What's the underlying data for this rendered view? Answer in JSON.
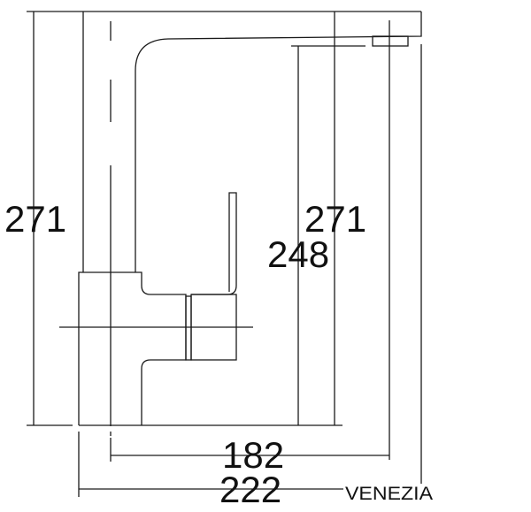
{
  "drawing": {
    "model_name": "VENEZIA",
    "dimensions": {
      "overall_height_left": "271",
      "overall_height_right": "271",
      "spout_outlet_height": "248",
      "spout_reach": "182",
      "overall_depth": "222"
    },
    "line_color": "#1a1a1a",
    "background": "#ffffff"
  }
}
